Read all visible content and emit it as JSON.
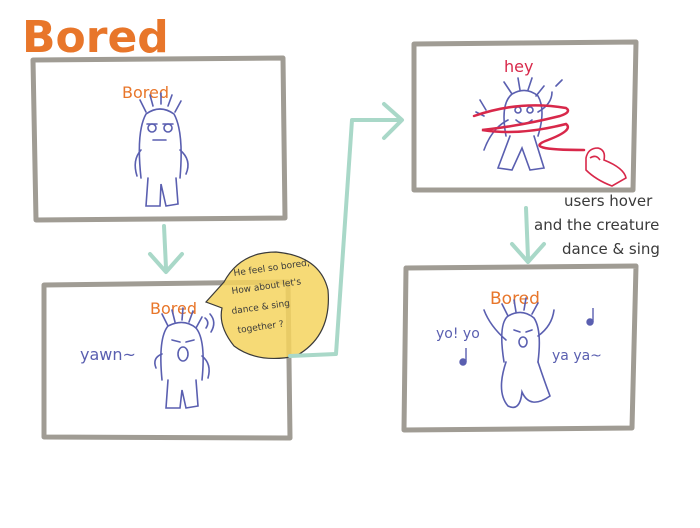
{
  "title": "Bored",
  "colors": {
    "title": "#e8762a",
    "panel_border": "#a09c94",
    "creature": "#5a5fb0",
    "arrow": "#a9d8c8",
    "ribbon": "#d8284a",
    "bubble": "#f4d35e",
    "text_dark": "#3a3a3a"
  },
  "panels": {
    "p1": {
      "label": "Bored"
    },
    "p2": {
      "label": "Bored",
      "sound": "yawn~",
      "speech": [
        "He feel so bored,",
        "How about let's",
        "dance & sing",
        "together ?"
      ]
    },
    "p3": {
      "label": "hey"
    },
    "p4": {
      "label": "Bored",
      "left_text": "yo! yo",
      "right_text": "ya ya~"
    }
  },
  "annotation": [
    "users hover",
    "and the creature",
    "dance & sing"
  ]
}
